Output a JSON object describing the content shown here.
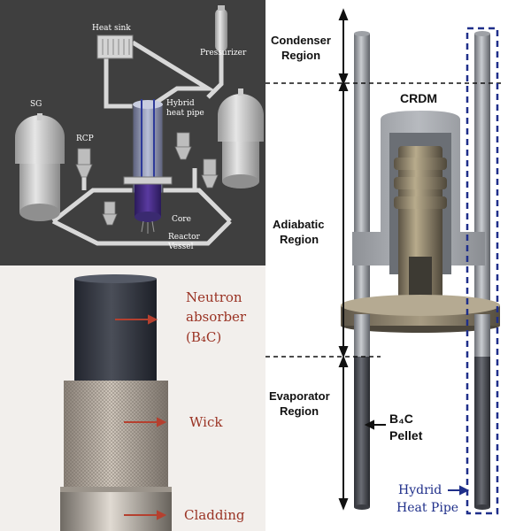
{
  "top_left": {
    "labels": {
      "heat_sink": "Heat sink",
      "pressurizer": "Pressurizer",
      "sg": "SG",
      "rcp": "RCP",
      "hybrid_line1": "Hybrid",
      "hybrid_line2": "heat pipe",
      "core": "Core",
      "reactor_line1": "Reactor",
      "reactor_line2": "Vessel"
    }
  },
  "bottom_left": {
    "labels": {
      "absorber_line1": "Neutron",
      "absorber_line2": "absorber",
      "absorber_line3": "(B₄C)",
      "wick": "Wick",
      "cladding": "Cladding"
    },
    "arrow_color": "#b5402f"
  },
  "right": {
    "labels": {
      "condenser_line1": "Condenser",
      "condenser_line2": "Region",
      "crdm": "CRDM",
      "adiabatic_line1": "Adiabatic",
      "adiabatic_line2": "Region",
      "evaporator_line1": "Evaporator",
      "evaporator_line2": "Region",
      "b4c_line1": "B₄C",
      "b4c_line2": "Pellet",
      "hybrid_line1": "Hydrid",
      "hybrid_line2": "Heat Pipe"
    },
    "highlight_color": "#1f2f8a"
  }
}
